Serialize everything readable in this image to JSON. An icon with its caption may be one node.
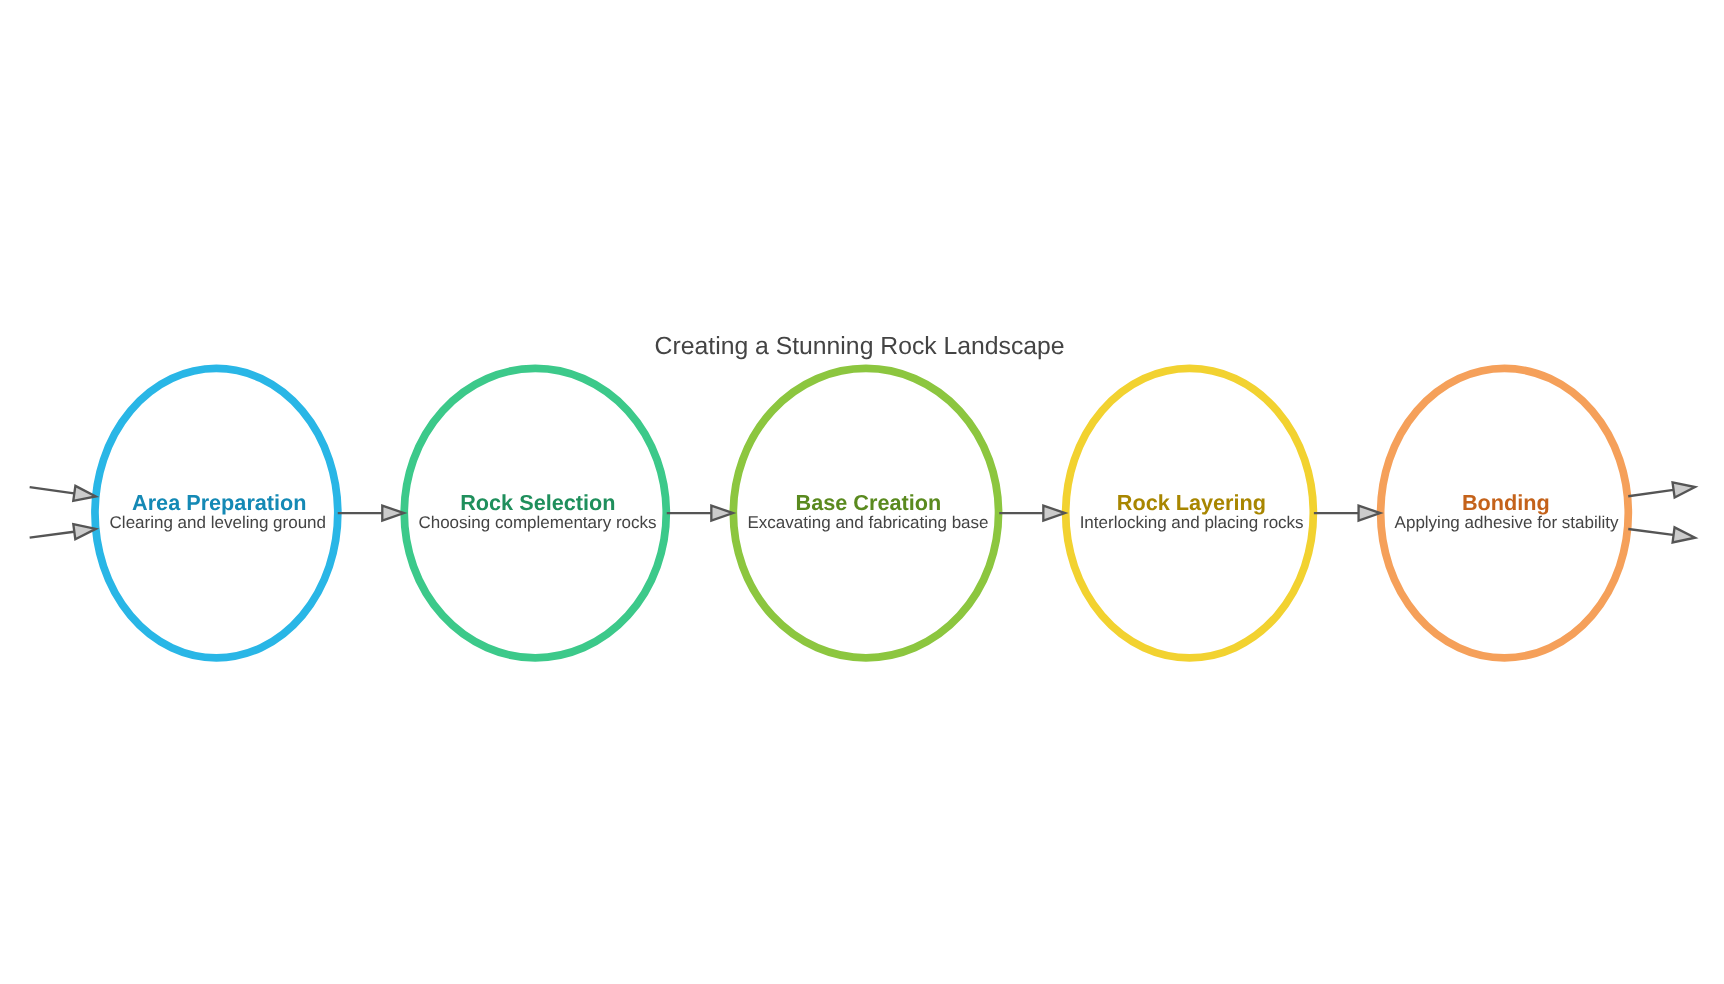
{
  "diagram": {
    "title": "Creating a Stunning Rock Landscape",
    "nodes": [
      {
        "text": [
          "Area Preparation",
          "Clearing and leveling ground"
        ]
      },
      {
        "text": [
          "Rock Selection",
          "Choosing complementary rocks"
        ]
      },
      {
        "text": [
          "Base Creation",
          "Excavating and fabricating base"
        ]
      },
      {
        "text": [
          "Rock Layering",
          "Interlocking and placing rocks"
        ]
      },
      {
        "text": [
          "Bonding",
          "Applying adhesive for stability"
        ]
      }
    ],
    "edges": [
      {
        "from": null,
        "to": 0,
        "arrow": "to"
      },
      {
        "from": null,
        "to": 0,
        "arrow": "to"
      },
      {
        "from": 0,
        "to": 1,
        "arrow": "to"
      },
      {
        "from": 1,
        "to": 2,
        "arrow": "to"
      },
      {
        "from": 2,
        "to": 3,
        "arrow": "to"
      },
      {
        "from": 3,
        "to": 4,
        "arrow": "to"
      },
      {
        "from": 4,
        "to": null,
        "arrow": "to"
      },
      {
        "from": 4,
        "to": null,
        "arrow": "to"
      }
    ]
  }
}
